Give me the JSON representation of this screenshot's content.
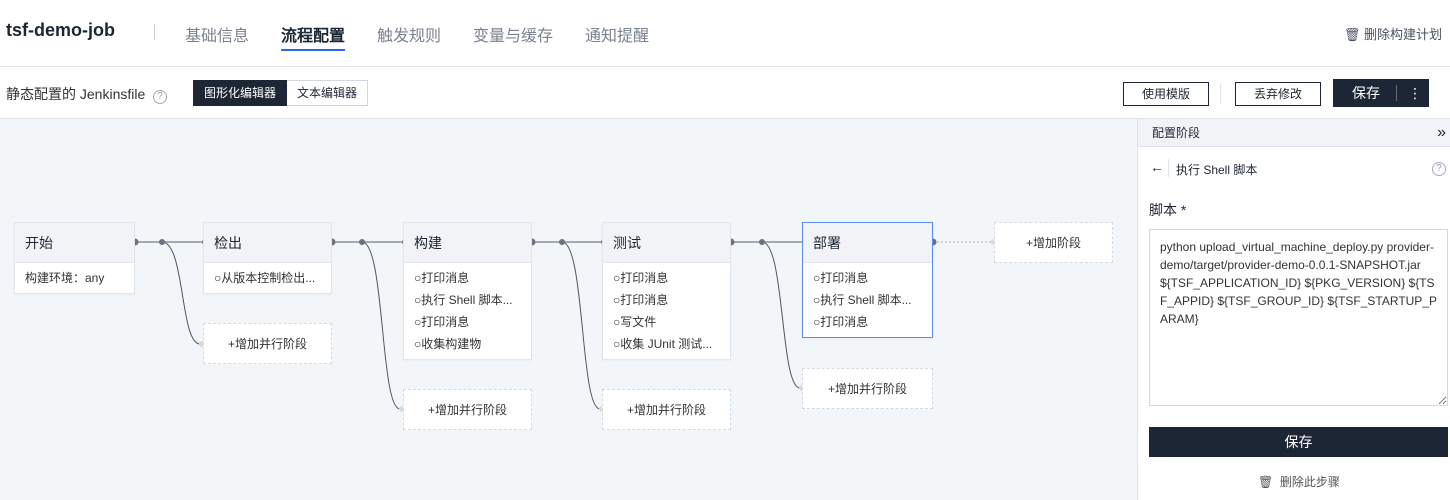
{
  "header": {
    "job_name": "tsf-demo-job",
    "tabs": [
      {
        "label": "基础信息"
      },
      {
        "label": "流程配置"
      },
      {
        "label": "触发规则"
      },
      {
        "label": "变量与缓存"
      },
      {
        "label": "通知提醒"
      }
    ],
    "delete_plan": "删除构建计划"
  },
  "toolbar": {
    "title": "静态配置的 Jenkinsfile",
    "help": "?",
    "graph_editor": "图形化编辑器",
    "text_editor": "文本编辑器",
    "use_template": "使用模版",
    "discard": "丢弃修改",
    "save": "保存",
    "more": "⋮"
  },
  "stages": [
    {
      "name": "开始",
      "items": [
        "构建环境：any"
      ]
    },
    {
      "name": "检出",
      "items": [
        "○从版本控制检出..."
      ]
    },
    {
      "name": "构建",
      "items": [
        "○打印消息",
        "○执行 Shell 脚本...",
        "○打印消息",
        "○收集构建物"
      ]
    },
    {
      "name": "测试",
      "items": [
        "○打印消息",
        "○打印消息",
        "○写文件",
        "○收集 JUnit 测试..."
      ]
    },
    {
      "name": "部署",
      "items": [
        "○打印消息",
        "○执行 Shell 脚本...",
        "○打印消息"
      ]
    }
  ],
  "add_parallel": "+增加并行阶段",
  "add_stage": "+增加阶段",
  "panel": {
    "title": "配置阶段",
    "collapse": "»",
    "step_title": "执行 Shell 脚本",
    "help": "?",
    "field_label": "脚本 *",
    "script": "python upload_virtual_machine_deploy.py provider-demo/target/provider-demo-0.0.1-SNAPSHOT.jar ${TSF_APPLICATION_ID} ${PKG_VERSION} ${TSF_APPID} ${TSF_GROUP_ID} ${TSF_STARTUP_PARAM}",
    "save": "保存",
    "delete_step": "删除此步骤"
  }
}
